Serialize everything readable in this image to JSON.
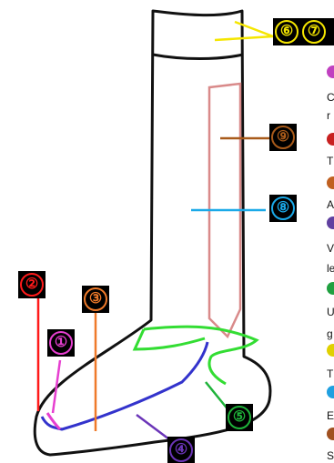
{
  "labels": [
    {
      "id": "marker-1",
      "text": "①",
      "color": "#e63fd0"
    },
    {
      "id": "marker-2",
      "text": "②",
      "color": "#ff1a1a"
    },
    {
      "id": "marker-3",
      "text": "③",
      "color": "#ef7a2a"
    },
    {
      "id": "marker-4",
      "text": "④",
      "color": "#6b35b8"
    },
    {
      "id": "marker-5",
      "text": "⑤",
      "color": "#1fb33a"
    },
    {
      "id": "marker-6",
      "text": "⑥",
      "color": "#f5e600"
    },
    {
      "id": "marker-7",
      "text": "⑦",
      "color": "#f5e600"
    },
    {
      "id": "marker-8",
      "text": "⑧",
      "color": "#1aa9e8"
    },
    {
      "id": "marker-9",
      "text": "⑨",
      "color": "#a85a1a"
    }
  ],
  "legend_fragments": [
    "C",
    "r",
    "T",
    "A",
    "V",
    "le",
    "U",
    "g",
    "T",
    "E",
    "S"
  ],
  "legend_dot_colors": [
    "#c040c0",
    "#c82020",
    "#c06020",
    "#6040a0",
    "#20a040",
    "#e0d000",
    "#20a0e0",
    "#a05020"
  ],
  "colors": {
    "outline": "#111111",
    "toe_line": "#e63fd0",
    "heel_line": "#ff1a1a",
    "sole_line": "#3333cc",
    "arch_line": "#ef7a2a",
    "heel_pocket": "#33dd33",
    "leg_panel": "#d98a8a",
    "arrow_8": "#1aa9e8",
    "arrow_9": "#a85a1a",
    "arrow_6": "#f5e600",
    "arrow_4": "#6b35b8"
  }
}
